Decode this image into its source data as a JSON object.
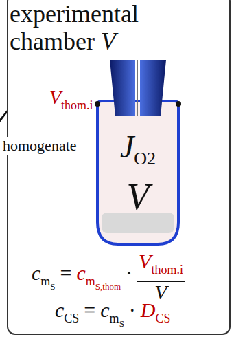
{
  "diagram": {
    "nodes": [
      {
        "text": [
          "experimental chamber",
          "V"
        ]
      },
      {
        "text": [
          "J",
          "O2",
          "V"
        ],
        "in": 0
      }
    ],
    "labels": [
      "V",
      "thom.i",
      "homogenate",
      "c",
      "m",
      "S",
      "=",
      "c",
      "m",
      "S,thom",
      "·",
      "V",
      "thom.i",
      "V",
      "c",
      "CS",
      "=",
      "c",
      "m",
      "S",
      "·",
      "D",
      "CS"
    ]
  }
}
